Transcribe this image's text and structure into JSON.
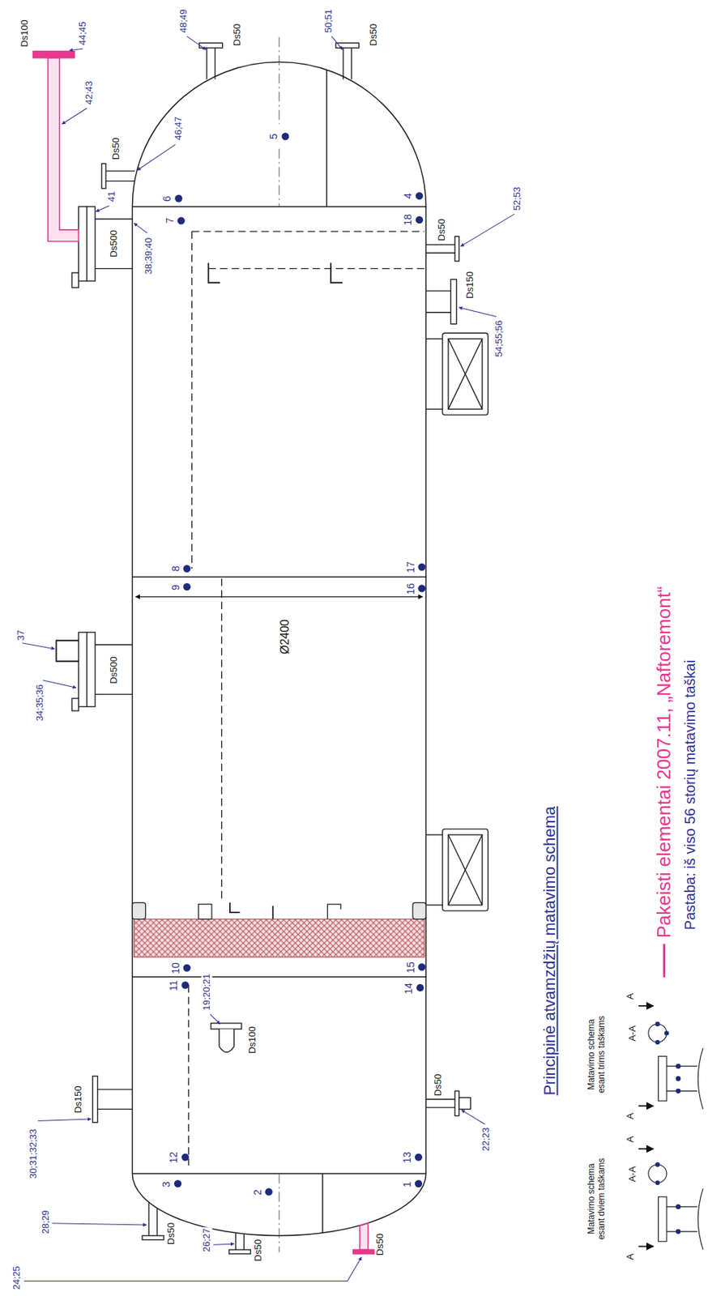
{
  "diagram": {
    "title": "Principinė atvamzdžių matavimo schema",
    "labels": [
      "44;45",
      "Ds100",
      "48;49",
      "Ds50",
      "50;51",
      "Ds50",
      "42;43",
      "5",
      "46;47",
      "Ds50",
      "6",
      "4",
      "41",
      "Ds500",
      "7",
      "18",
      "52;53",
      "Ds50",
      "38;39;40",
      "Ds150",
      "54;55;56",
      "8",
      "17",
      "9",
      "16",
      "Ø2400",
      "37",
      "Ds500",
      "34;35;36",
      "15",
      "10",
      "11",
      "14",
      "19;20;21",
      "Ds100",
      "Ds150",
      "Ds50",
      "22;23",
      "30;31;32;33",
      "12",
      "13",
      "3",
      "1",
      "2",
      "28;29",
      "Ds50",
      "26;27",
      "Ds50",
      "Ds50",
      "24;25",
      "A",
      "A-A",
      "Matavimo schema esant trims taškams",
      "A",
      "A",
      "A-A",
      "Matavimo schema esant dviem taškams",
      "A",
      "Pastaba: iš viso 56 storių matavimo taškai"
    ],
    "legend": [
      {
        "text": "Pakeisti elementai 2007.11, „Naftoremont“"
      }
    ]
  }
}
